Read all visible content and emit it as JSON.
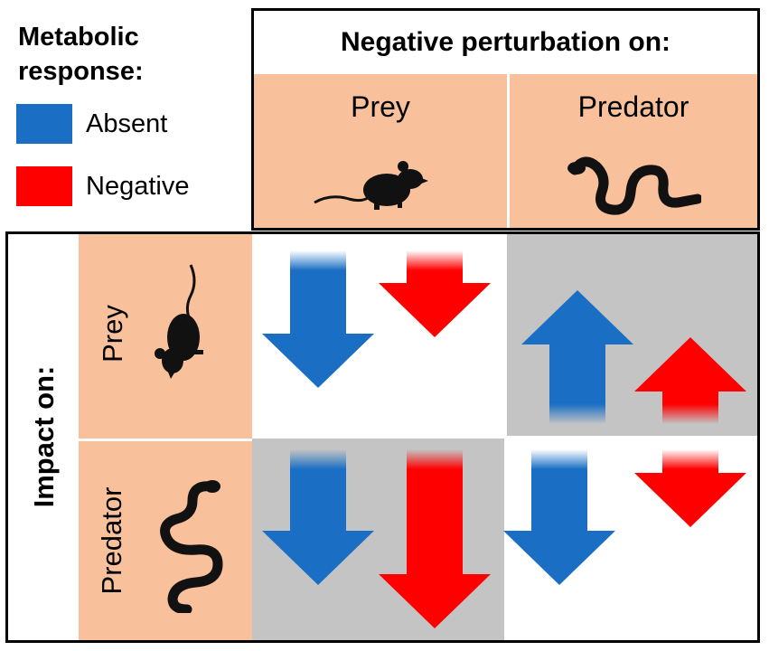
{
  "legend": {
    "title_line1": "Metabolic",
    "title_line2": "response:",
    "items": [
      {
        "label": "Absent",
        "color": "#1a6fc4"
      },
      {
        "label": "Negative",
        "color": "#ff0000"
      }
    ]
  },
  "header": {
    "title": "Negative perturbation on:",
    "columns": [
      {
        "label": "Prey",
        "icon": "mouse-icon"
      },
      {
        "label": "Predator",
        "icon": "snake-icon"
      }
    ]
  },
  "rows_header": {
    "title": "Impact on:",
    "rows": [
      {
        "label": "Prey",
        "icon": "mouse-icon"
      },
      {
        "label": "Predator",
        "icon": "snake-icon"
      }
    ]
  },
  "colors": {
    "peach": "#f8c19b",
    "grey_cell": "#c4c4c4",
    "absent": "#1a6fc4",
    "negative": "#ff0000"
  },
  "matrix": [
    {
      "impact_on": "Prey",
      "perturbation_on": "Prey",
      "background": "white",
      "arrows": [
        {
          "response": "Absent",
          "direction": "down",
          "magnitude": "large"
        },
        {
          "response": "Negative",
          "direction": "down",
          "magnitude": "small"
        }
      ]
    },
    {
      "impact_on": "Prey",
      "perturbation_on": "Predator",
      "background": "grey",
      "arrows": [
        {
          "response": "Absent",
          "direction": "up",
          "magnitude": "large"
        },
        {
          "response": "Negative",
          "direction": "up",
          "magnitude": "small"
        }
      ]
    },
    {
      "impact_on": "Predator",
      "perturbation_on": "Prey",
      "background": "grey",
      "arrows": [
        {
          "response": "Absent",
          "direction": "down",
          "magnitude": "large"
        },
        {
          "response": "Negative",
          "direction": "down",
          "magnitude": "very_large"
        }
      ]
    },
    {
      "impact_on": "Predator",
      "perturbation_on": "Predator",
      "background": "white",
      "arrows": [
        {
          "response": "Absent",
          "direction": "down",
          "magnitude": "large"
        },
        {
          "response": "Negative",
          "direction": "down",
          "magnitude": "small"
        }
      ]
    }
  ]
}
